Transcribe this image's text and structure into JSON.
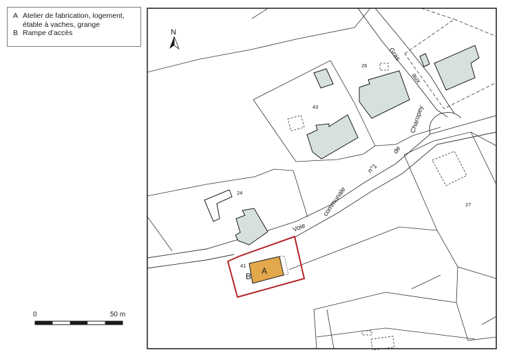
{
  "legend": {
    "items": [
      {
        "key": "A",
        "text_line1": "Atelier de fabrication, logement,",
        "text_line2": "étable à vaches, grange"
      },
      {
        "key": "B",
        "text_line1": "Rampe d’accès",
        "text_line2": ""
      }
    ]
  },
  "north": {
    "label": "N"
  },
  "scale": {
    "start_label": "0",
    "end_label": "50 m"
  },
  "parcels": {
    "p26": "26",
    "p43": "43",
    "p24": "24",
    "p27": "27",
    "p41": "41"
  },
  "road_labels": {
    "gras": "Gras",
    "aux": "aux",
    "charopey": "Charopey",
    "de": "de",
    "n1": "n°1",
    "communale": "communale",
    "voie": "Voie"
  },
  "markers": {
    "A": "A",
    "B": "B"
  },
  "colors": {
    "building_fill": "#d6e0df",
    "highlight_fill": "#e3a74c",
    "highlight_outline": "#b3242a",
    "line": "#333333"
  },
  "icons": {
    "north": "north-arrow-icon"
  }
}
